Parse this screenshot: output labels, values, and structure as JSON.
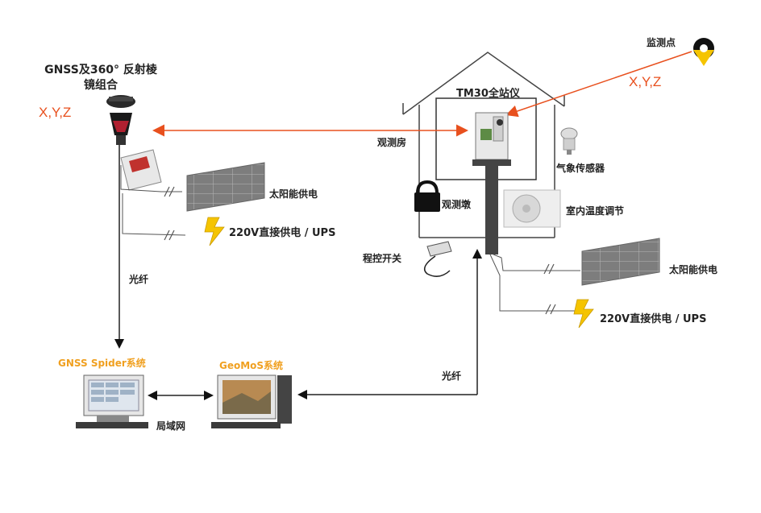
{
  "labels": {
    "gnss_title_line1": "GNSS及360° 反射棱",
    "gnss_title_line2": "镜组合",
    "xyz_left": "X,Y,Z",
    "xyz_right": "X,Y,Z",
    "monitor_point": "监测点",
    "tm30": "TM30全站仪",
    "obs_room": "观测房",
    "weather_sensor": "气象传感器",
    "obs_pier": "观测墩",
    "indoor_temp": "室内温度调节",
    "solar_left": "太阳能供电",
    "solar_right": "太阳能供电",
    "ac_left": "220V直接供电 / UPS",
    "ac_right": "220V直接供电 / UPS",
    "program_switch": "程控开关",
    "fiber_left": "光纤",
    "fiber_right": "光纤",
    "gnss_spider": "GNSS Spider系统",
    "geomos": "GeoMoS系统",
    "lan": "局域网"
  },
  "colors": {
    "accent_orange": "#e8501e",
    "system_label_orange": "#f0a020",
    "lightning_yellow": "#f5c400",
    "line": "#333333"
  },
  "icons": [
    "prism-icon",
    "gnss-receiver-icon",
    "solar-panel-icon",
    "lightning-icon",
    "lock-icon",
    "total-station-icon",
    "weather-sensor-icon",
    "air-conditioner-icon",
    "switch-icon",
    "computer-icon",
    "target-prism-icon"
  ]
}
